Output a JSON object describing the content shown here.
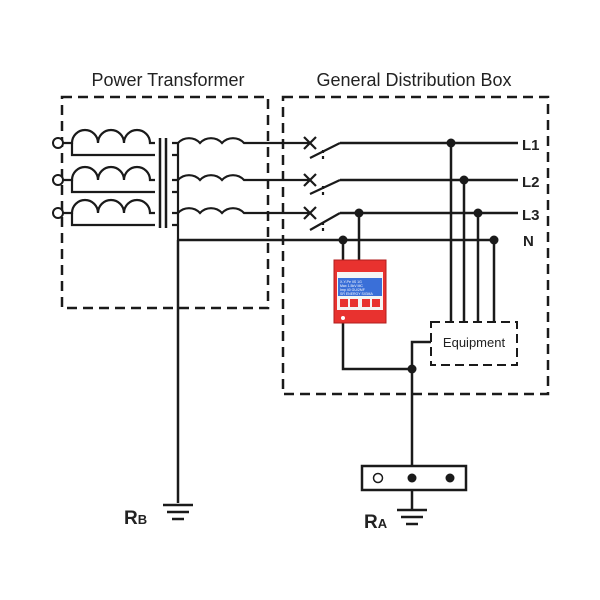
{
  "title_transformer": "Power Transformer",
  "title_box": "General Distribution Box",
  "line_labels": [
    "L1",
    "L2",
    "L3",
    "N"
  ],
  "equipment_label": "Equipment",
  "ground_b": {
    "main": "R",
    "sub": "B"
  },
  "ground_a": {
    "main": "R",
    "sub": "A"
  },
  "spd_screen_lines": [
    "X-Y-Pe IIS 1G",
    "Max  1.5kV  MC",
    "Imp  40 GU/2MF",
    "SR ENERGY SIGMA"
  ],
  "colors": {
    "line": "#1a1a1a",
    "spd_body": "#e8322f",
    "spd_screen": "#3a6fd8",
    "spd_face": "#ffffff"
  }
}
